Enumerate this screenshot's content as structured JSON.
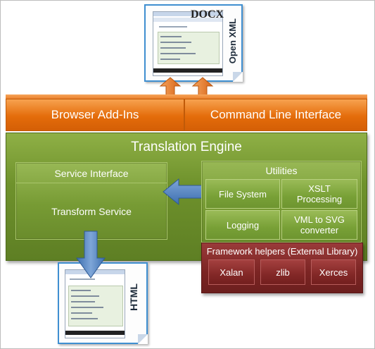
{
  "open_xml_doc": {
    "format_tag": "DOCX",
    "label": "Open XML"
  },
  "html_doc": {
    "label": "HTML"
  },
  "add_ins": {
    "browser": "Browser Add-Ins",
    "cli": "Command Line Interface"
  },
  "engine": {
    "title": "Translation Engine",
    "service_interface": "Service Interface",
    "transform_service": "Transform Service",
    "utilities": {
      "title": "Utilities",
      "file_system": "File System",
      "xslt": "XSLT Processing",
      "logging": "Logging",
      "vml_svg": "VML to SVG converter"
    }
  },
  "framework": {
    "title": "Framework helpers (External Library)",
    "items": [
      "Xalan",
      "zlib",
      "Xerces"
    ]
  },
  "colors": {
    "orange": "#e46c0a",
    "green": "#6f922c",
    "maroon": "#7b2423",
    "arrow_blue": "#4f81bd",
    "arrow_orange": "#e07b2a"
  }
}
